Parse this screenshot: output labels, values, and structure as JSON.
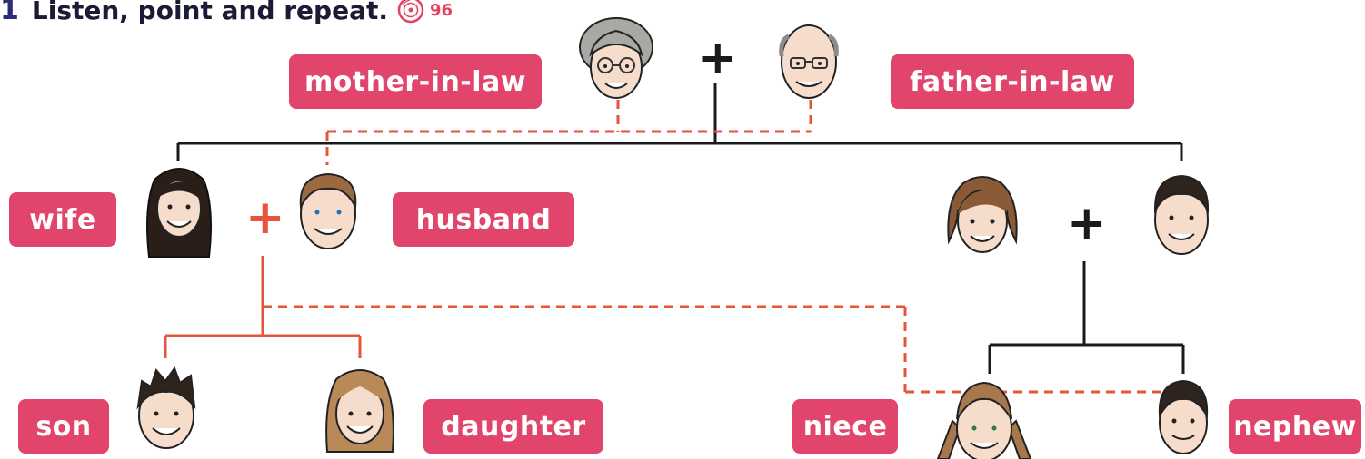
{
  "exercise": {
    "number": "1",
    "instruction": "Listen, point and repeat.",
    "track": "96",
    "audio_icon": "cd-audio-icon"
  },
  "labels": {
    "mother_in_law": "mother-in-law",
    "father_in_law": "father-in-law",
    "wife": "wife",
    "husband": "husband",
    "son": "son",
    "daughter": "daughter",
    "niece": "niece",
    "nephew": "nephew"
  },
  "colors": {
    "label_bg": "#e2456b",
    "label_text": "#ffffff",
    "family_line": "#1a1a1a",
    "in_law_line": "#e6553a",
    "heading_number": "#2b2d78"
  },
  "plus_signs": [
    "+",
    "+",
    "+"
  ]
}
